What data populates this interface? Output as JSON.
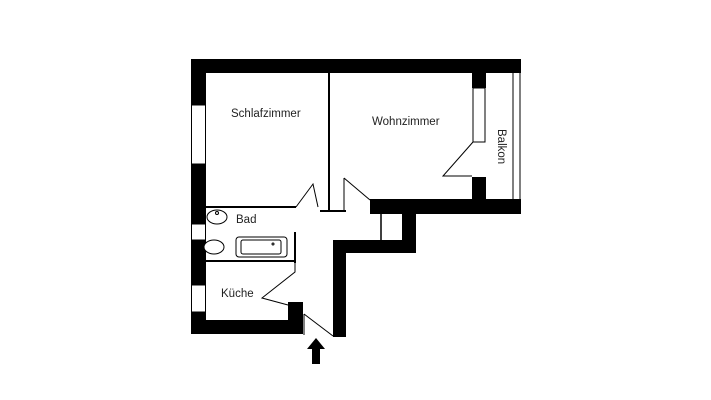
{
  "plan": {
    "wall_color": "#000000",
    "background_color": "#ffffff",
    "rooms": [
      {
        "id": "schlafzimmer",
        "label": "Schlafzimmer"
      },
      {
        "id": "wohnzimmer",
        "label": "Wohnzimmer"
      },
      {
        "id": "balkon",
        "label": "Balkon"
      },
      {
        "id": "bad",
        "label": "Bad"
      },
      {
        "id": "kueche",
        "label": "Küche"
      }
    ],
    "entrance": {
      "icon": "arrow-up-icon"
    }
  }
}
